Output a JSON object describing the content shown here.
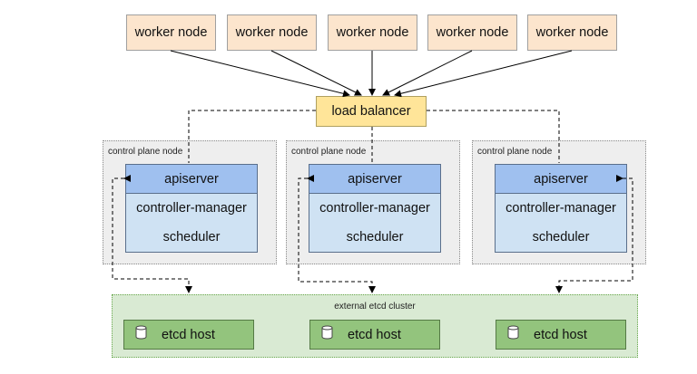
{
  "workers": [
    "worker node",
    "worker node",
    "worker node",
    "worker node",
    "worker node"
  ],
  "load_balancer": "load balancer",
  "control_planes": [
    {
      "label": "control plane node",
      "apiserver": "apiserver",
      "controller_manager": "controller-manager",
      "scheduler": "scheduler"
    },
    {
      "label": "control plane node",
      "apiserver": "apiserver",
      "controller_manager": "controller-manager",
      "scheduler": "scheduler"
    },
    {
      "label": "control plane node",
      "apiserver": "apiserver",
      "controller_manager": "controller-manager",
      "scheduler": "scheduler"
    }
  ],
  "etcd_cluster": {
    "label": "external etcd cluster",
    "hosts": [
      "etcd host",
      "etcd host",
      "etcd host"
    ]
  },
  "colors": {
    "worker": "#fce5cd",
    "load_balancer": "#ffe599",
    "apiserver": "#9fc0ef",
    "component": "#cfe2f3",
    "control_plane_bg": "#eeeeee",
    "etcd_cluster_bg": "#d9ead3",
    "etcd_host": "#93c47d"
  }
}
